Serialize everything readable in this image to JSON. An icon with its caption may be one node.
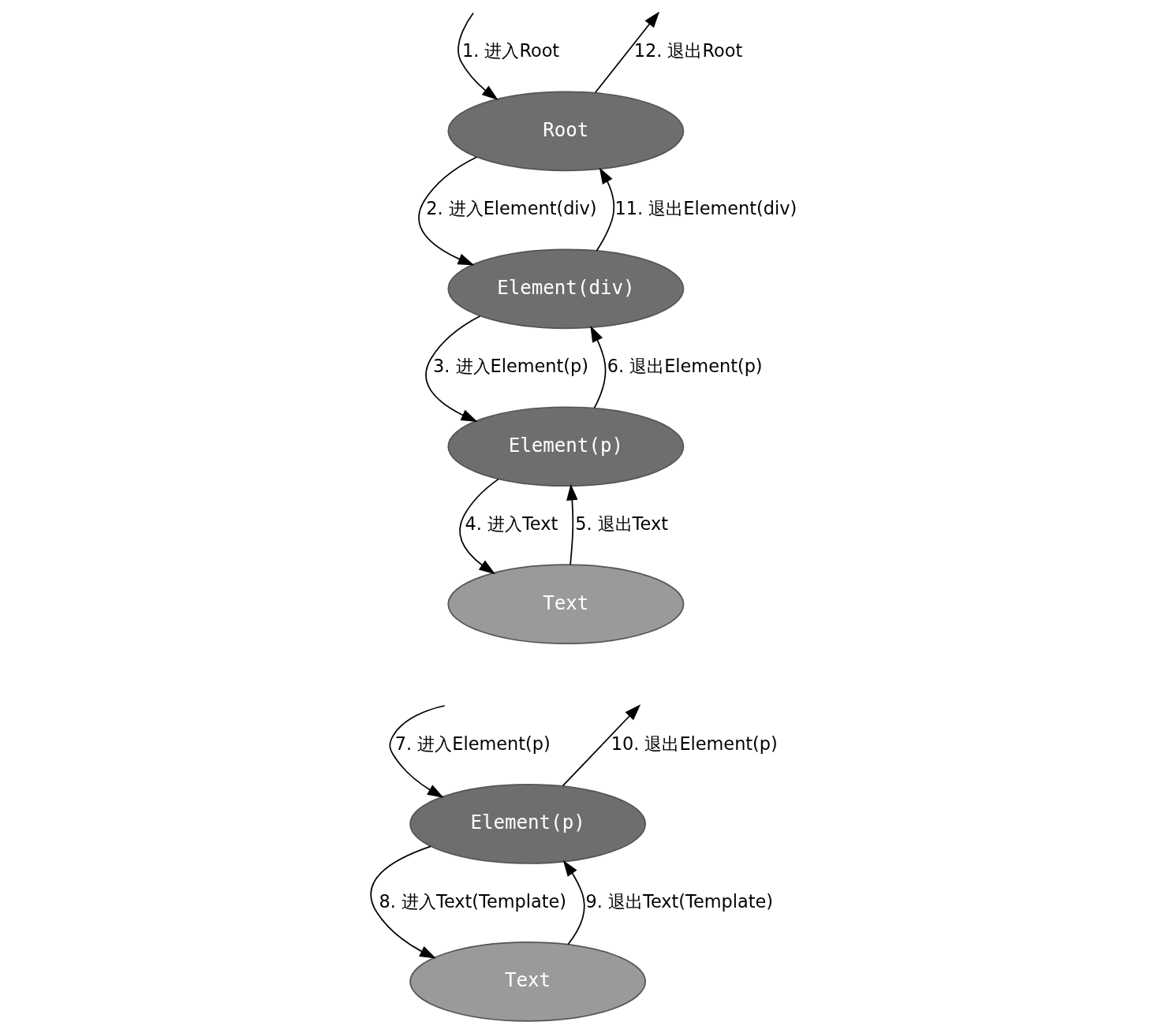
{
  "diagram": {
    "nodes": [
      {
        "text": [
          "Root"
        ]
      },
      {
        "text": [
          "Element(div)"
        ]
      },
      {
        "text": [
          "Element(p)"
        ]
      },
      {
        "text": [
          "Text"
        ]
      },
      {
        "text": [
          "Element(p)"
        ]
      },
      {
        "text": [
          "Text"
        ]
      }
    ],
    "edges": [
      {
        "from": null,
        "to": 0,
        "arrow": "to",
        "label": "1. 进入Root"
      },
      {
        "from": 0,
        "to": 1,
        "arrow": "to",
        "label": "2. 进入Element(div)"
      },
      {
        "from": 1,
        "to": 2,
        "arrow": "to",
        "label": "3. 进入Element(p)"
      },
      {
        "from": 2,
        "to": 3,
        "arrow": "to",
        "label": "4. 进入Text"
      },
      {
        "from": 3,
        "to": 2,
        "arrow": "to",
        "label": "5. 退出Text"
      },
      {
        "from": 2,
        "to": 1,
        "arrow": "to",
        "label": "6. 退出Element(p)"
      },
      {
        "from": null,
        "to": 4,
        "arrow": "to",
        "label": "7. 进入Element(p)"
      },
      {
        "from": 4,
        "to": 5,
        "arrow": "to",
        "label": "8. 进入Text(Template)"
      },
      {
        "from": 5,
        "to": 4,
        "arrow": "to",
        "label": "9. 退出Text(Template)"
      },
      {
        "from": 4,
        "to": null,
        "arrow": "to",
        "label": "10. 退出Element(p)"
      },
      {
        "from": 1,
        "to": 0,
        "arrow": "to",
        "label": "11. 退出Element(div)"
      },
      {
        "from": 0,
        "to": null,
        "arrow": "to",
        "label": "12. 退出Root"
      }
    ]
  }
}
